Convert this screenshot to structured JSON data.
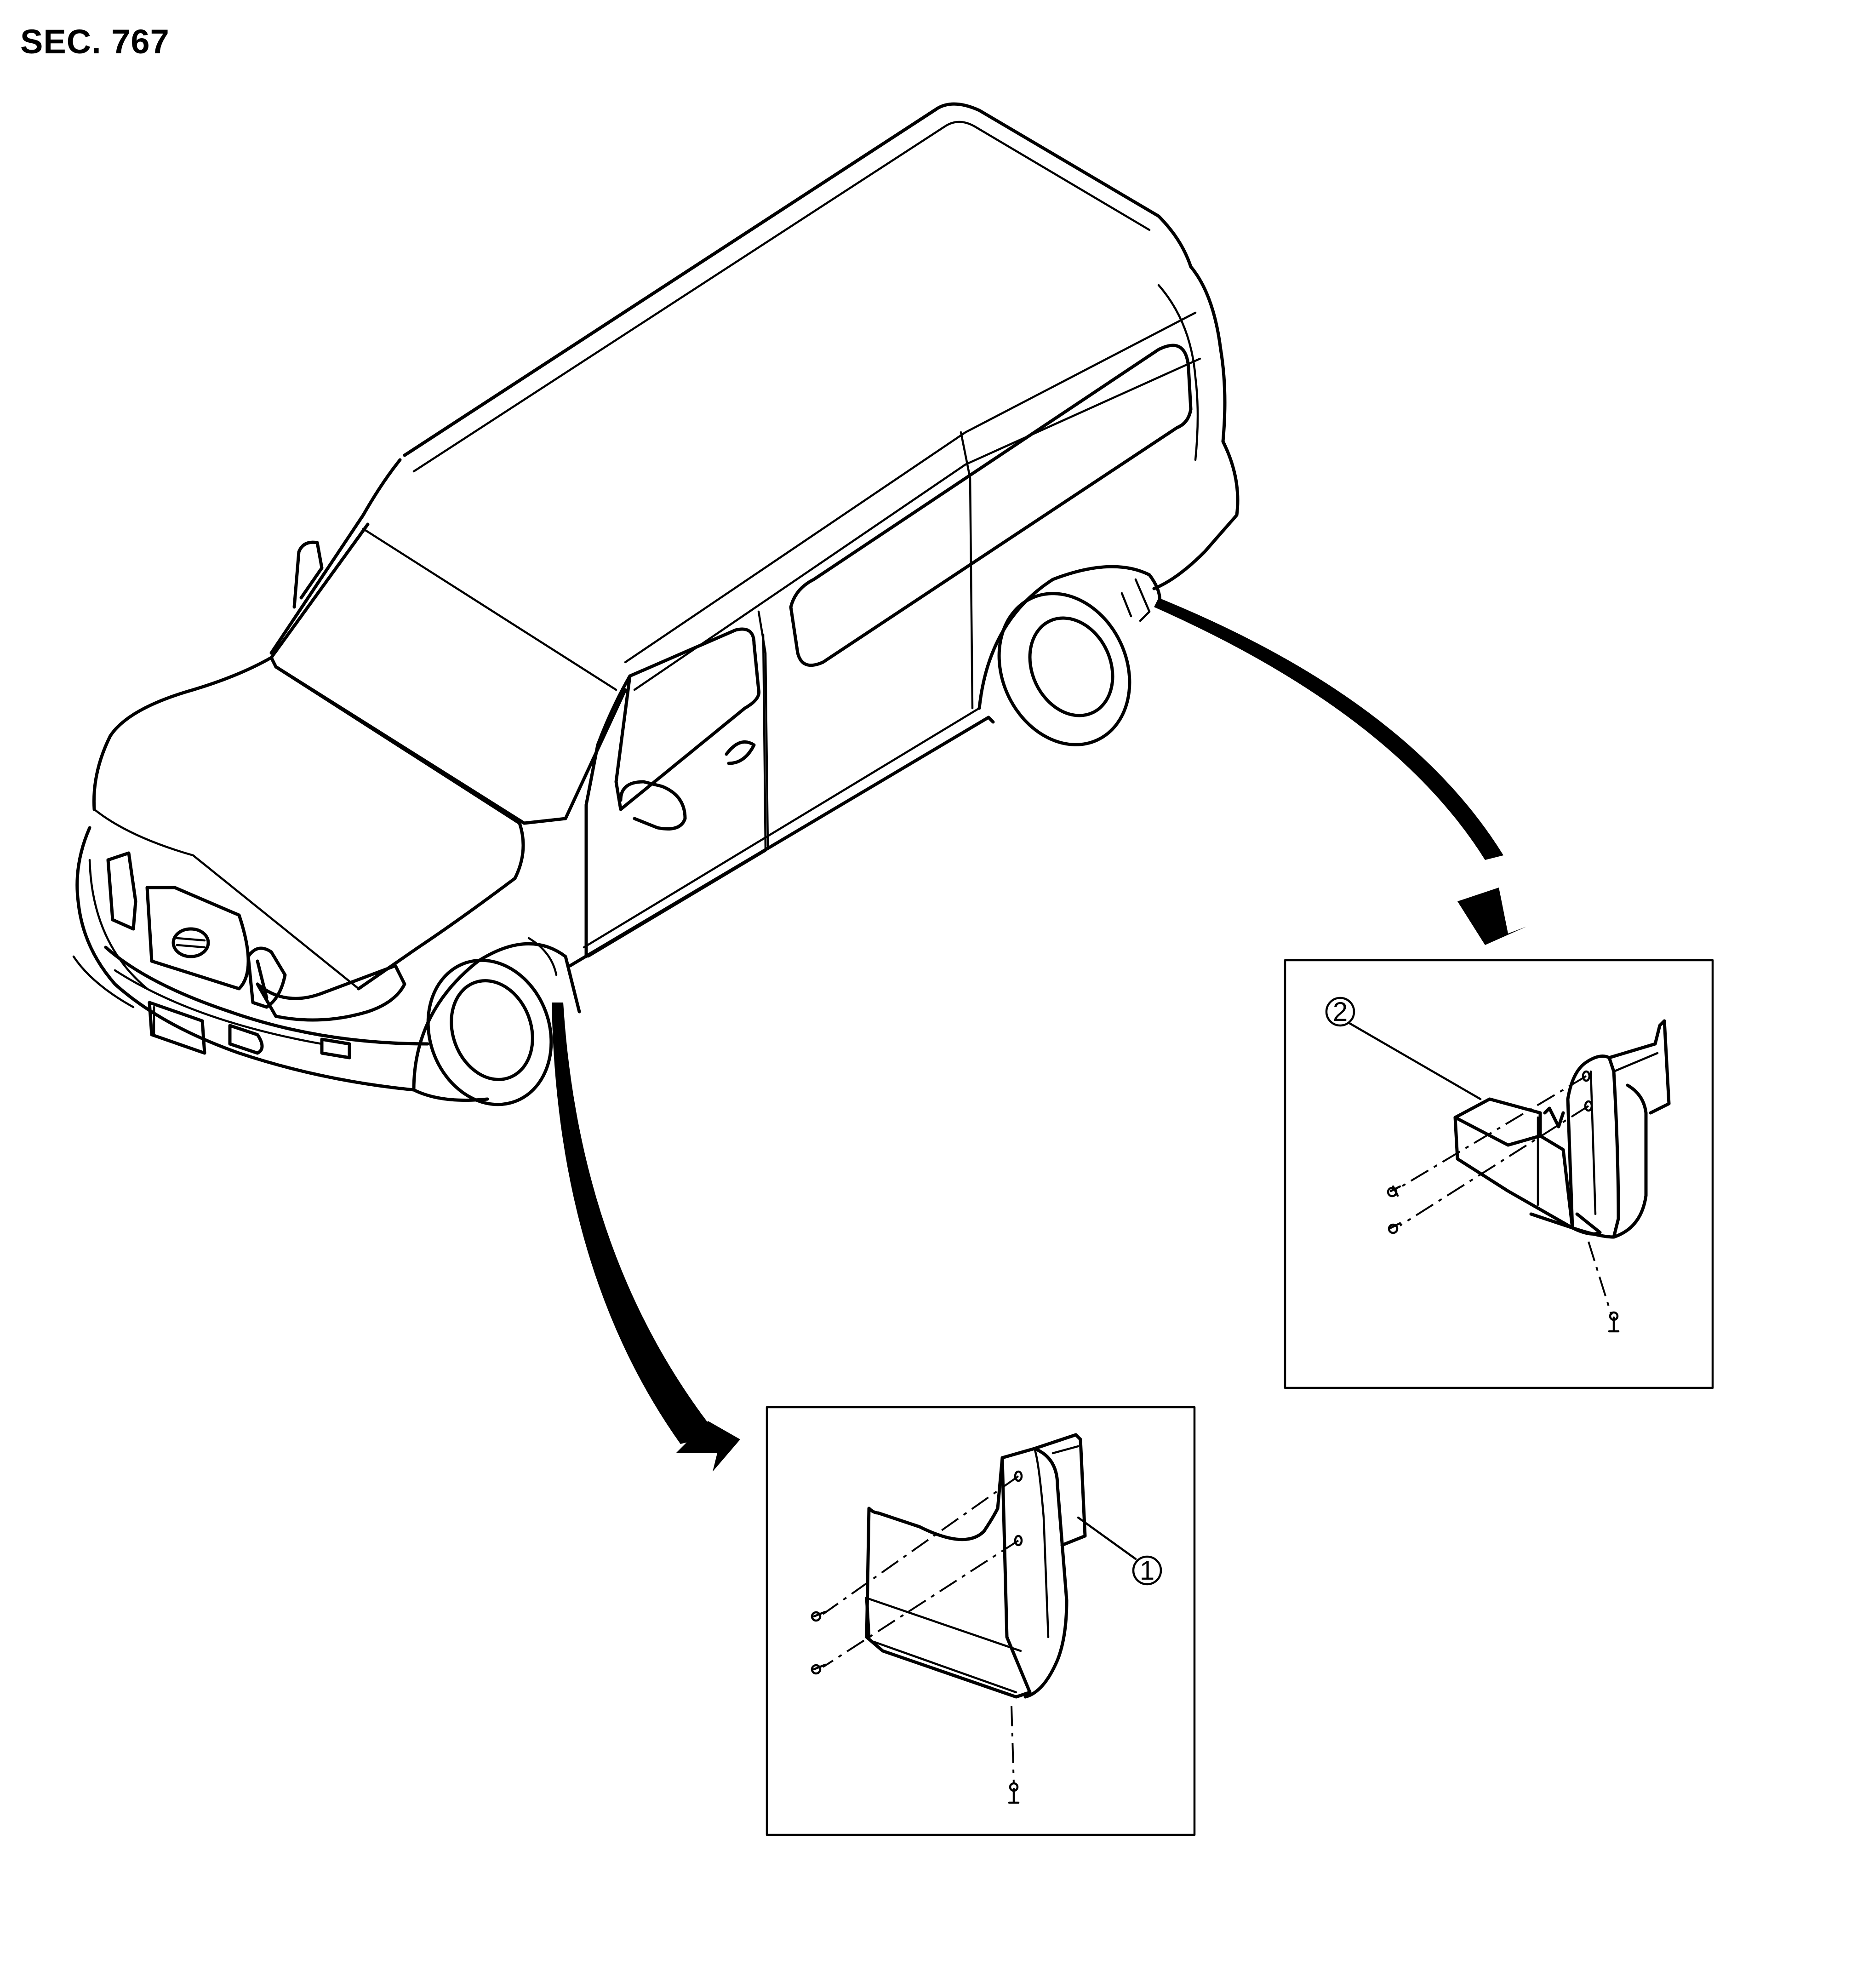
{
  "section": {
    "label": "SEC. 767"
  },
  "callouts": [
    {
      "number": "1"
    },
    {
      "number": "2"
    }
  ]
}
